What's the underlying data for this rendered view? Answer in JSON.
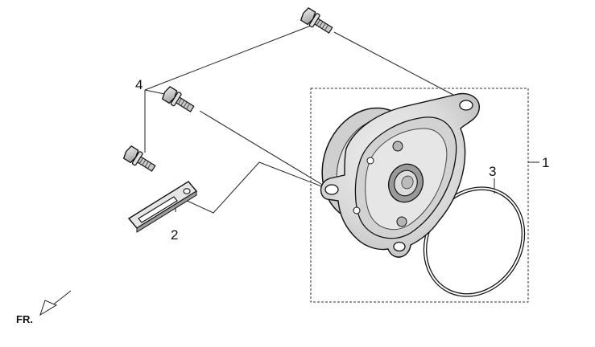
{
  "callouts": {
    "c1": "1",
    "c2": "2",
    "c3": "3",
    "c4": "4"
  },
  "orientation": {
    "label": "FR."
  }
}
